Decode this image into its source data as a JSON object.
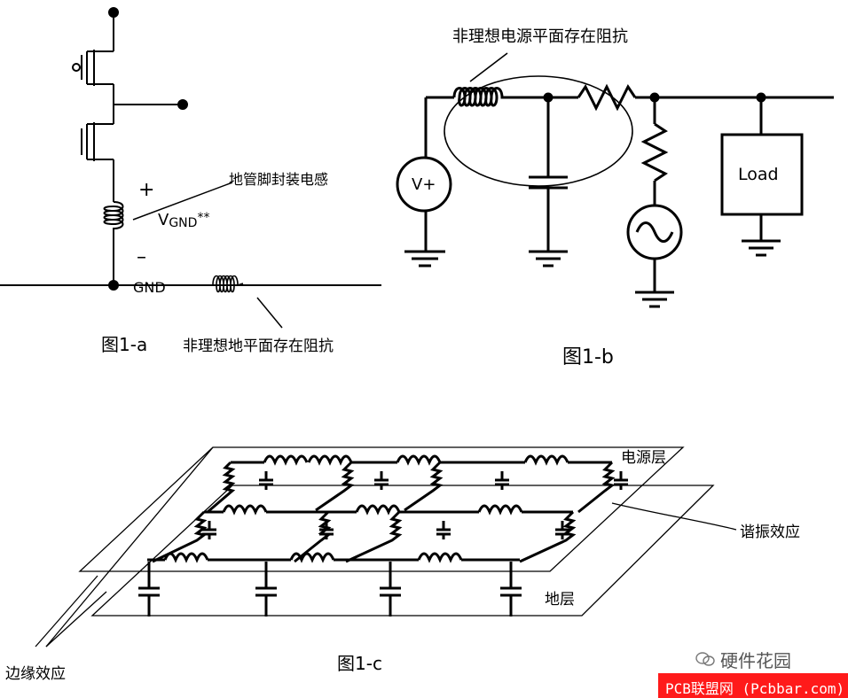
{
  "fig_a": {
    "plus": "+",
    "vgnd_v": "V",
    "vgnd_sub": "GND",
    "vgnd_suffix": "**",
    "minus": "–",
    "gnd": "GND",
    "pin_inductance": "地管脚封装电感",
    "plane_impedance": "非理想地平面存在阻抗",
    "caption": "图1-a"
  },
  "fig_b": {
    "source": "V+",
    "load": "Load",
    "plane_impedance": "非理想电源平面存在阻抗",
    "caption": "图1-b"
  },
  "fig_c": {
    "power_layer": "电源层",
    "resonance": "谐振效应",
    "ground_layer": "地层",
    "edge_effect": "边缘效应",
    "caption": "图1-c"
  },
  "watermark": {
    "wechat": "硬件花园",
    "site": "PCB联盟网 (Pcbbar.com)",
    "brand_color": "#ff1a1a"
  }
}
